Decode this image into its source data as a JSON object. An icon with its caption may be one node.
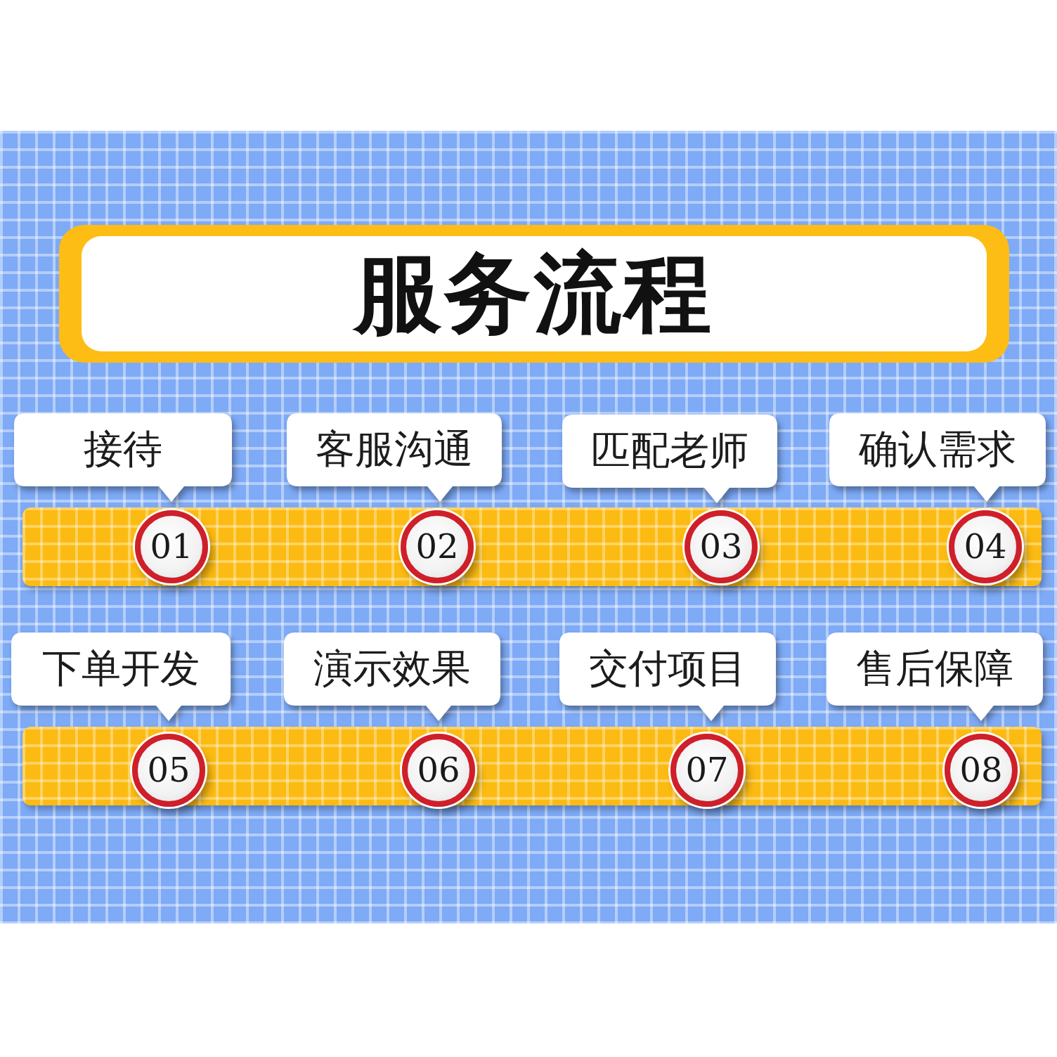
{
  "diagram": {
    "title": "服务流程",
    "nodes": [
      {
        "text": [
          "接待"
        ]
      },
      {
        "text": [
          "客服沟通"
        ]
      },
      {
        "text": [
          "匹配老师"
        ]
      },
      {
        "text": [
          "确认需求"
        ]
      },
      {
        "text": [],
        "shape": "bar"
      },
      {
        "text": [
          "01"
        ],
        "in": 4
      },
      {
        "text": [
          "02"
        ],
        "in": 4
      },
      {
        "text": [
          "03"
        ],
        "in": 4
      },
      {
        "text": [
          "04"
        ],
        "in": 4
      },
      {
        "text": [
          "下单开发"
        ]
      },
      {
        "text": [
          "演示效果"
        ]
      },
      {
        "text": [
          "交付项目"
        ]
      },
      {
        "text": [
          "售后保障"
        ]
      },
      {
        "text": [],
        "shape": "bar"
      },
      {
        "text": [
          "05"
        ],
        "in": 13
      },
      {
        "text": [
          "06"
        ],
        "in": 13
      },
      {
        "text": [
          "07"
        ],
        "in": 13
      },
      {
        "text": [
          "08"
        ],
        "in": 13
      }
    ]
  }
}
